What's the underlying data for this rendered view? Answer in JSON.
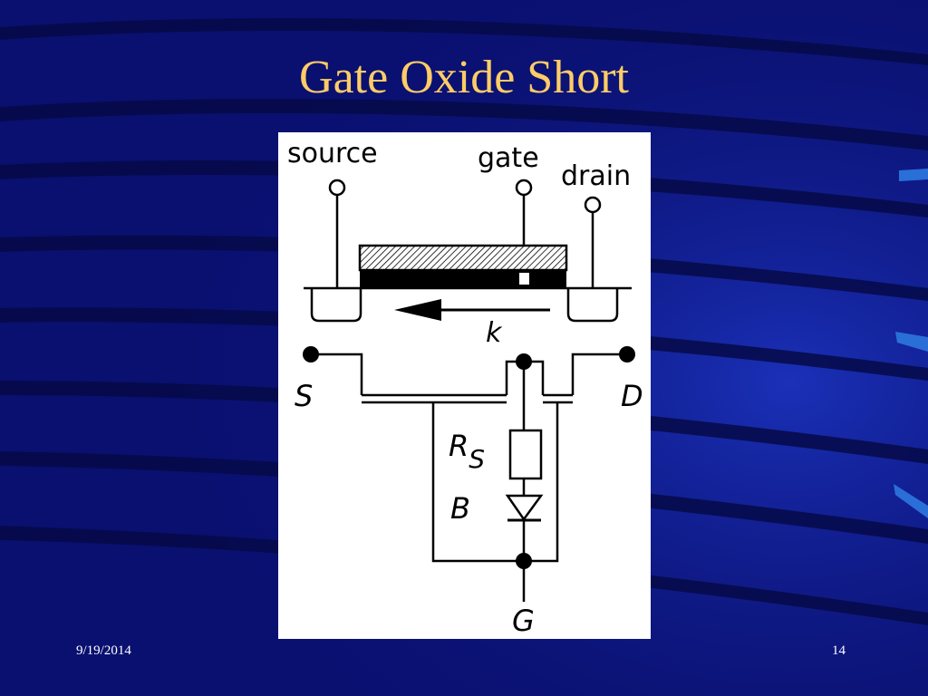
{
  "slide": {
    "title": "Gate Oxide Short",
    "footer_date": "9/19/2014",
    "page_number": "14"
  },
  "colors": {
    "background": "#0a1070",
    "title": "#ffcc66",
    "footer_text": "#ffffff",
    "figure_background": "#ffffff",
    "accent_marks": "#2a6fd8"
  },
  "diagram": {
    "terminal_labels": {
      "source": "source",
      "gate": "gate",
      "drain": "drain"
    },
    "current_label": "k",
    "schematic_labels": {
      "source": "S",
      "drain": "D",
      "gate": "G",
      "resistor_main": "R",
      "resistor_sub": "S",
      "diode": "B"
    }
  }
}
